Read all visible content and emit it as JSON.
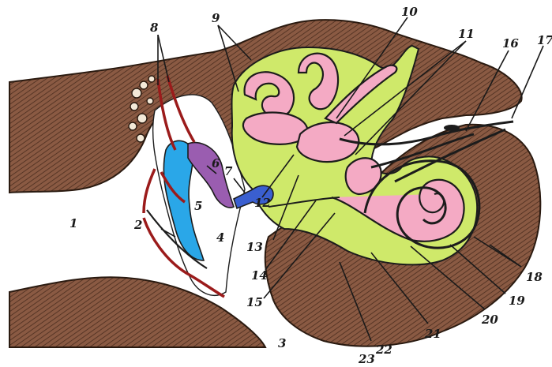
{
  "colors": {
    "bone": "#8a5a43",
    "hatch_line": "#4a2c1e",
    "perilymph": "#cfe96a",
    "endolymph": "#f4aac4",
    "malleus": "#2aa7e8",
    "incus": "#9a5db0",
    "stapes": "#3a5fd0",
    "vessel": "#9b1b1b",
    "outline": "#1c1c1c"
  },
  "labels": [
    {
      "id": "1",
      "text": "1"
    },
    {
      "id": "2",
      "text": "2"
    },
    {
      "id": "3",
      "text": "3"
    },
    {
      "id": "4",
      "text": "4"
    },
    {
      "id": "5",
      "text": "5"
    },
    {
      "id": "6",
      "text": "6"
    },
    {
      "id": "7",
      "text": "7"
    },
    {
      "id": "8",
      "text": "8"
    },
    {
      "id": "9",
      "text": "9"
    },
    {
      "id": "10",
      "text": "10"
    },
    {
      "id": "11",
      "text": "11"
    },
    {
      "id": "12",
      "text": "12"
    },
    {
      "id": "13",
      "text": "13"
    },
    {
      "id": "14",
      "text": "14"
    },
    {
      "id": "15",
      "text": "15"
    },
    {
      "id": "16",
      "text": "16"
    },
    {
      "id": "17",
      "text": "17"
    },
    {
      "id": "18",
      "text": "18"
    },
    {
      "id": "19",
      "text": "19"
    },
    {
      "id": "20",
      "text": "20"
    },
    {
      "id": "21",
      "text": "21"
    },
    {
      "id": "22",
      "text": "22"
    },
    {
      "id": "23",
      "text": "23"
    }
  ]
}
